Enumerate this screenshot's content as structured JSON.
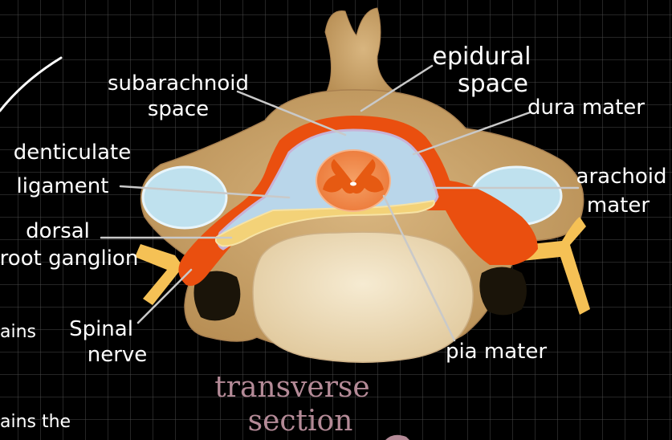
{
  "labels": {
    "subarachnoid_space": [
      "subarachnoid",
      "space"
    ],
    "epidural_space": [
      "epidural",
      "space"
    ],
    "dura_mater": "dura mater",
    "denticulate_ligament": [
      "denticulate",
      "ligament"
    ],
    "arachnoid_mater": [
      "arachoid",
      "mater"
    ],
    "dorsal_root_ganglion": [
      "dorsal",
      "root ganglion"
    ],
    "spinal_nerve": [
      "Spinal",
      "nerve"
    ],
    "pia_mater": "pia mater"
  },
  "title": [
    "transverse",
    "section"
  ],
  "side_text": [
    "ains",
    "ains the"
  ],
  "colors": {
    "background": "#000000",
    "grid": "#4a4a4a",
    "bone": "#c9a46e",
    "dura": "#ea4f0f",
    "arachnoid": "#b9d6ea",
    "cord": "#f08a4b",
    "nerve": "#f5c155",
    "disc": "#f1e2c4",
    "title": "#b48a97"
  }
}
